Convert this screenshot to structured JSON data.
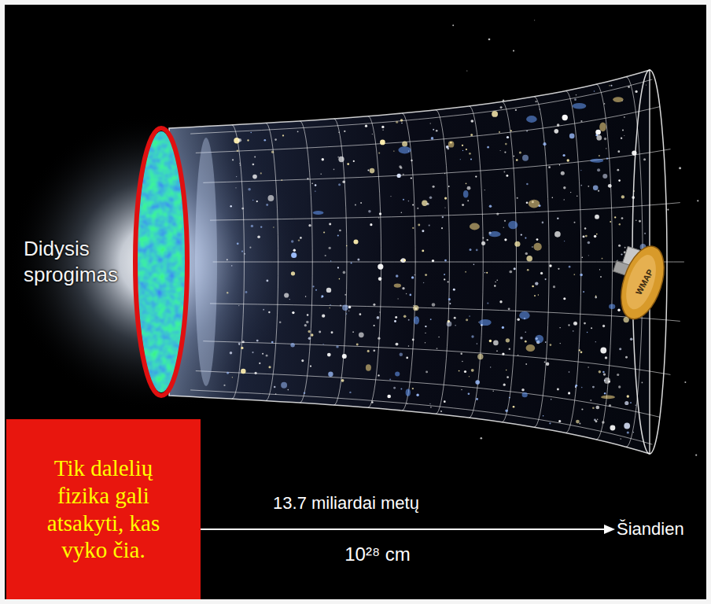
{
  "diagram": {
    "nodes": [
      {
        "text": [
          "Tik dalelių fizika gali atsakyti, kas vyko čia."
        ]
      }
    ],
    "labels": [
      "Didysis sprogimas",
      "13.7 miliardai metų",
      "10²⁸ cm",
      "Šiandien",
      "WMAP"
    ]
  }
}
